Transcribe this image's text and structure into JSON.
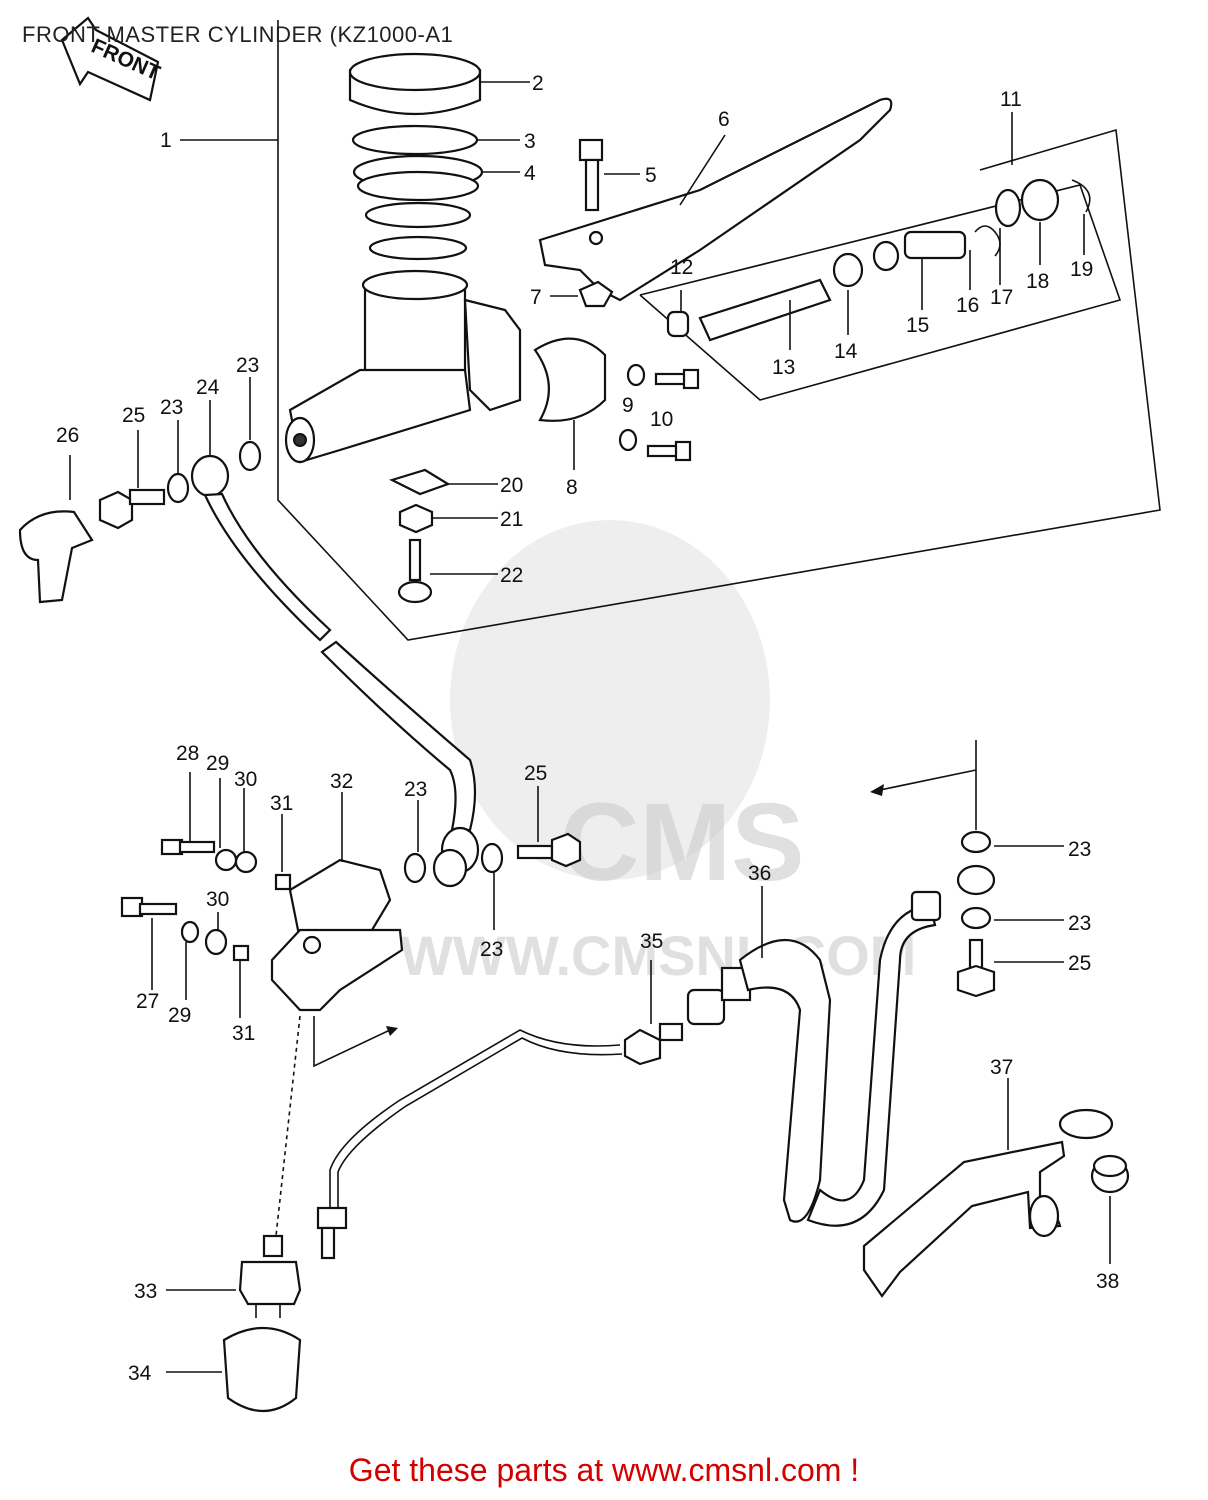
{
  "title": "FRONT MASTER CYLINDER (KZ1000-A1",
  "footer": "Get these parts at www.cmsnl.com !",
  "front_arrow_label": "FRONT",
  "watermark": {
    "logo": "CMS",
    "url": "WWW.CMSNL.COM"
  },
  "callouts": [
    "1",
    "2",
    "3",
    "4",
    "5",
    "6",
    "7",
    "8",
    "9",
    "10",
    "11",
    "12",
    "13",
    "14",
    "15",
    "16",
    "17",
    "18",
    "19",
    "20",
    "21",
    "22",
    "23",
    "23",
    "23",
    "23",
    "23",
    "23",
    "24",
    "25",
    "25",
    "25",
    "26",
    "27",
    "28",
    "29",
    "29",
    "30",
    "30",
    "31",
    "31",
    "32",
    "33",
    "34",
    "35",
    "36",
    "37",
    "38"
  ]
}
